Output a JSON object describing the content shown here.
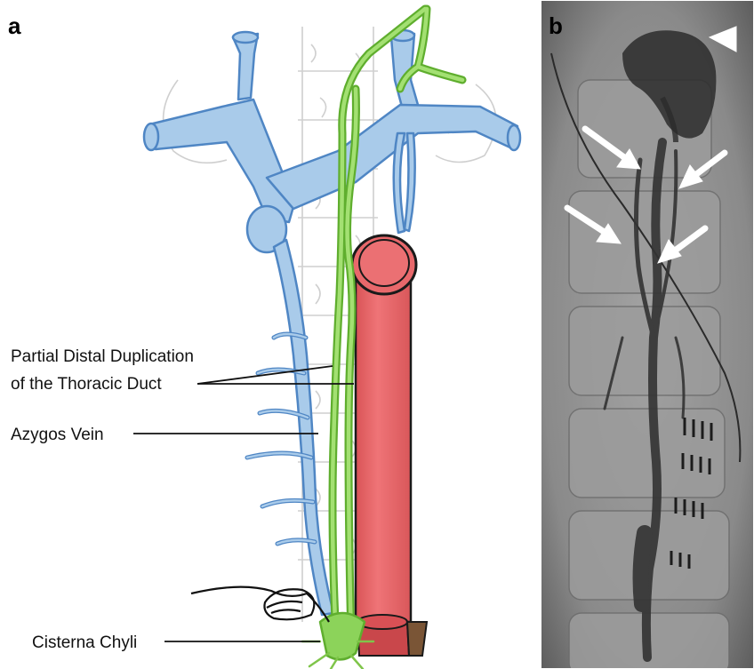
{
  "panels": [
    {
      "letter": "a"
    },
    {
      "letter": "b"
    }
  ],
  "labels": {
    "duplication_line1": "Partial Distal Duplication",
    "duplication_line2": "of the Thoracic Duct",
    "azygos": "Azygos Vein",
    "cisterna": "Cisterna Chyli"
  },
  "colors": {
    "vein": "#a9cbea",
    "vein_outline": "#4f86c4",
    "duct": "#8cd35a",
    "duct_outline": "#5fae2e",
    "aorta": "#e8686b",
    "aorta_outline": "#1a1a1a",
    "spine_sketch": "#cfcfcf",
    "xray_bg": "#8a8a8a",
    "contrast": "#2d2d2d",
    "arrow": "#ffffff"
  }
}
